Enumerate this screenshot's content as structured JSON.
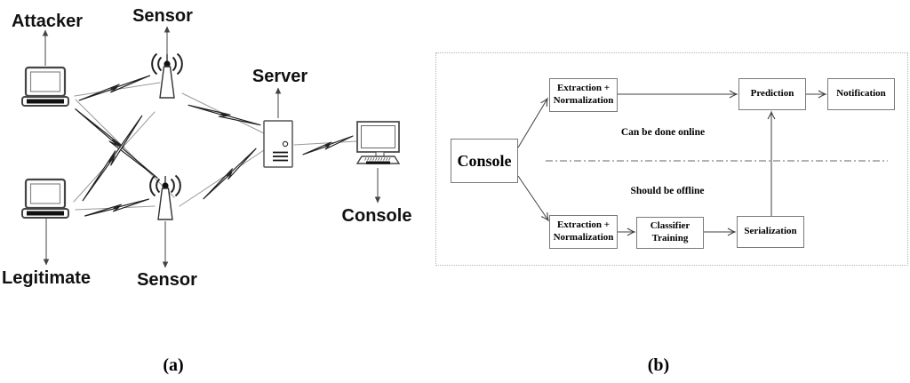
{
  "figure": {
    "captions": {
      "a": "(a)",
      "b": "(b)"
    },
    "panel_a": {
      "labels": {
        "attacker": "Attacker",
        "sensor_top": "Sensor",
        "server": "Server",
        "console": "Console",
        "legitimate": "Legitimate",
        "sensor_bottom": "Sensor"
      },
      "icons": {
        "attacker": "laptop-icon",
        "legitimate": "laptop-icon",
        "sensor_top": "wireless-antenna-icon",
        "sensor_bottom": "wireless-antenna-icon",
        "server": "server-tower-icon",
        "console": "workstation-icon",
        "link": "lightning-bolt-icon"
      }
    },
    "panel_b": {
      "boxes": {
        "console": "Console",
        "extraction_top": "Extraction + Normalization",
        "prediction": "Prediction",
        "notification": "Notification",
        "extraction_bottom": "Extraction + Normalization",
        "classifier_training": "Classifier Training",
        "serialization": "Serialization"
      },
      "annotations": {
        "online": "Can be done online",
        "offline": "Should be offline"
      }
    },
    "colors": {
      "ink": "#222222",
      "line_gray": "#999999",
      "box_border": "#7a7a7a",
      "panel_border": "#b5b5b5"
    }
  }
}
